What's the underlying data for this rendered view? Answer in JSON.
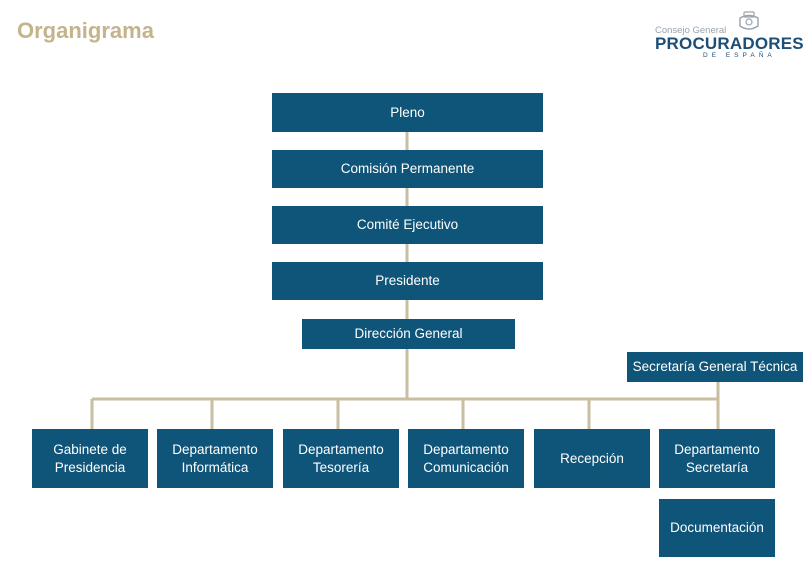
{
  "page": {
    "title": "Organigrama"
  },
  "logo": {
    "line1": "Consejo General",
    "line2": "PROCURADORES",
    "line3": "DE ESPAÑA"
  },
  "colors": {
    "box": "#0f5479",
    "connector": "#c8bea0",
    "title": "#c4b48c",
    "logo": "#1c4f77"
  },
  "chain": [
    "Pleno",
    "Comisión Permanente",
    "Comité Ejecutivo",
    "Presidente",
    "Dirección General"
  ],
  "secretaria_tecnica": "Secretaría General Técnica",
  "departments": [
    {
      "line1": "Gabinete de",
      "line2": "Presidencia"
    },
    {
      "line1": "Departamento",
      "line2": "Informática"
    },
    {
      "line1": "Departamento",
      "line2": "Tesorería"
    },
    {
      "line1": "Departamento",
      "line2": "Comunicación"
    },
    {
      "line1": "Recepción",
      "line2": ""
    },
    {
      "line1": "Departamento",
      "line2": "Secretaría"
    }
  ],
  "documentacion": "Documentación"
}
